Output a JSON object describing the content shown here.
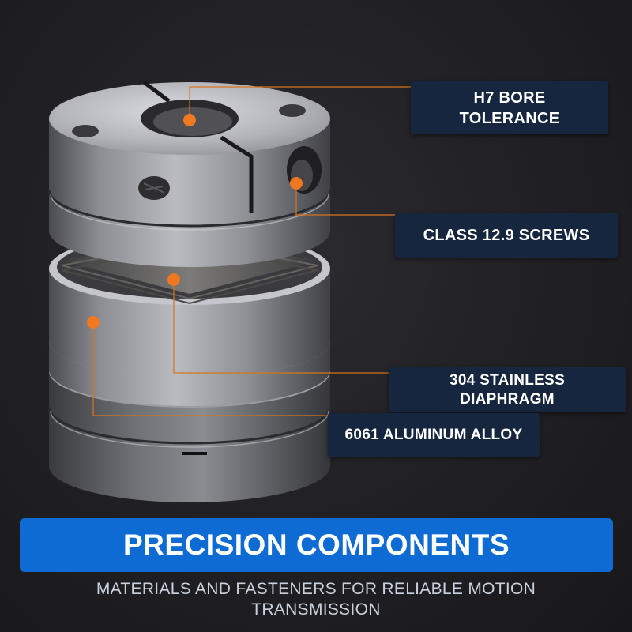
{
  "callouts": {
    "bore": "H7 BORE\nTOLERANCE",
    "screws": "CLASS 12.9 SCREWS",
    "diaphragm": "304 STAINLESS\nDIAPHRAGM",
    "alloy": "6061 ALUMINUM ALLOY"
  },
  "banner": {
    "title": "PRECISION COMPONENTS"
  },
  "subtitle": "MATERIALS AND FASTENERS FOR RELIABLE MOTION\nTRANSMISSION",
  "colors": {
    "marker": "#f07820",
    "leader_line": "#d9731f",
    "callout_bg": "#16263f",
    "banner_bg": "#0f6bd4"
  }
}
